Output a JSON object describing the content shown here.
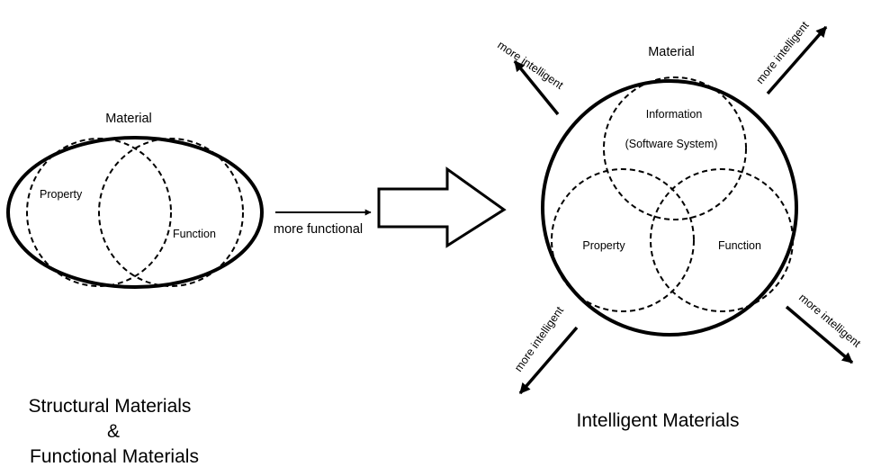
{
  "left": {
    "material": "Material",
    "property": "Property",
    "function": "Function",
    "caption": [
      "Structural Materials",
      "&",
      "Functional Materials"
    ]
  },
  "middle_arrow": {
    "label": "more functional"
  },
  "right": {
    "material": "Material",
    "information": "Information",
    "software": "(Software System)",
    "property": "Property",
    "function": "Function",
    "caption": "Intelligent Materials",
    "arrows": {
      "top_left": "more intelligent",
      "top_right": "more intelligent",
      "bottom_left": "more intelligent",
      "bottom_right": "more intelligent"
    }
  }
}
